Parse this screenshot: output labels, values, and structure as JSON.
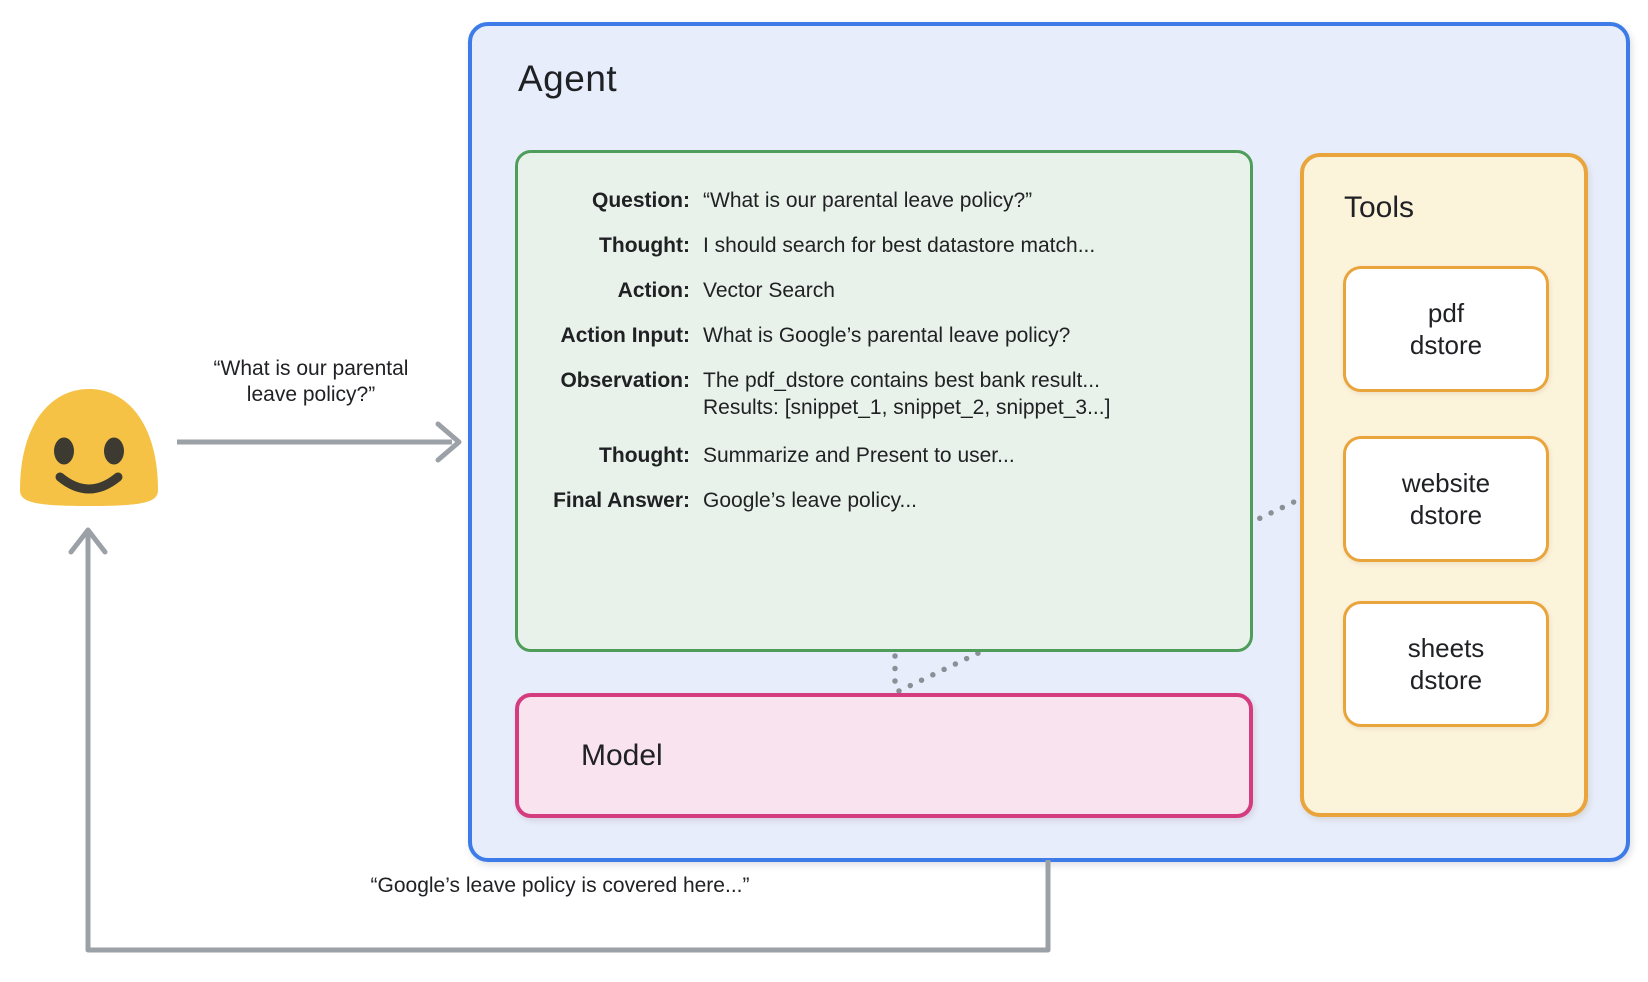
{
  "agent": {
    "title": "Agent",
    "scratchpad": {
      "rows": [
        {
          "label": "Question:",
          "value": "“What is our parental leave policy?”"
        },
        {
          "label": "Thought:",
          "value": "I should search for best datastore match..."
        },
        {
          "label": "Action:",
          "value": "Vector Search"
        },
        {
          "label": "Action Input:",
          "value": "What is Google’s parental leave policy?"
        },
        {
          "label": "Observation:",
          "value": "The pdf_dstore contains best bank result...",
          "value_line2": "Results: [snippet_1, snippet_2, snippet_3...]"
        },
        {
          "label": "Thought:",
          "value": "Summarize and Present to user..."
        },
        {
          "label": "Final Answer:",
          "value": "Google’s leave policy..."
        }
      ]
    },
    "model": {
      "title": "Model"
    },
    "tools": {
      "title": "Tools",
      "items": [
        {
          "line1": "pdf",
          "line2": "dstore"
        },
        {
          "line1": "website",
          "line2": "dstore"
        },
        {
          "line1": "sheets",
          "line2": "dstore"
        }
      ]
    }
  },
  "user_request": {
    "line1": "“What is our parental",
    "line2": "leave policy?”"
  },
  "agent_response": {
    "label": "“Google’s leave policy is covered here...”"
  },
  "colors": {
    "agent_border": "#3C7BE8",
    "agent_fill": "#E7EDFB",
    "scratchpad_border": "#4E9D5A",
    "scratchpad_fill": "#E9F2EA",
    "model_border": "#D53C80",
    "model_fill": "#F9E3EE",
    "tools_border": "#E9A43B",
    "tools_fill": "#FCF3DB",
    "arrow_gray": "#9BA1A6",
    "dotted_gray": "#8B9096",
    "emoji_yellow": "#F5C245",
    "text": "#202124"
  }
}
